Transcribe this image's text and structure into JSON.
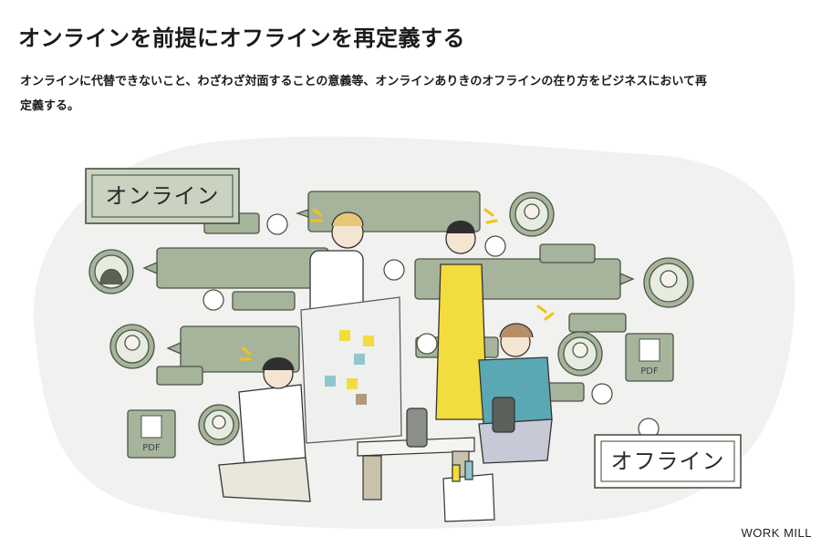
{
  "page": {
    "title": "オンラインを前提にオフラインを再定義する",
    "lead": "オンラインに代替できないこと、わざわざ対面することの意義等、オンラインありきのオフラインの在り方をビジネスにおいて再定義する。",
    "credit": "WORK MILL"
  },
  "illustration": {
    "label_online": "オンライン",
    "label_offline": "オフライン",
    "pdf_label": "PDF",
    "colors": {
      "bubble": "#a7b49c",
      "bubble_stroke": "#4a5546",
      "background_blob": "#f1f1ef",
      "yellow": "#f2dc3e",
      "teal": "#5aa8b3"
    }
  }
}
